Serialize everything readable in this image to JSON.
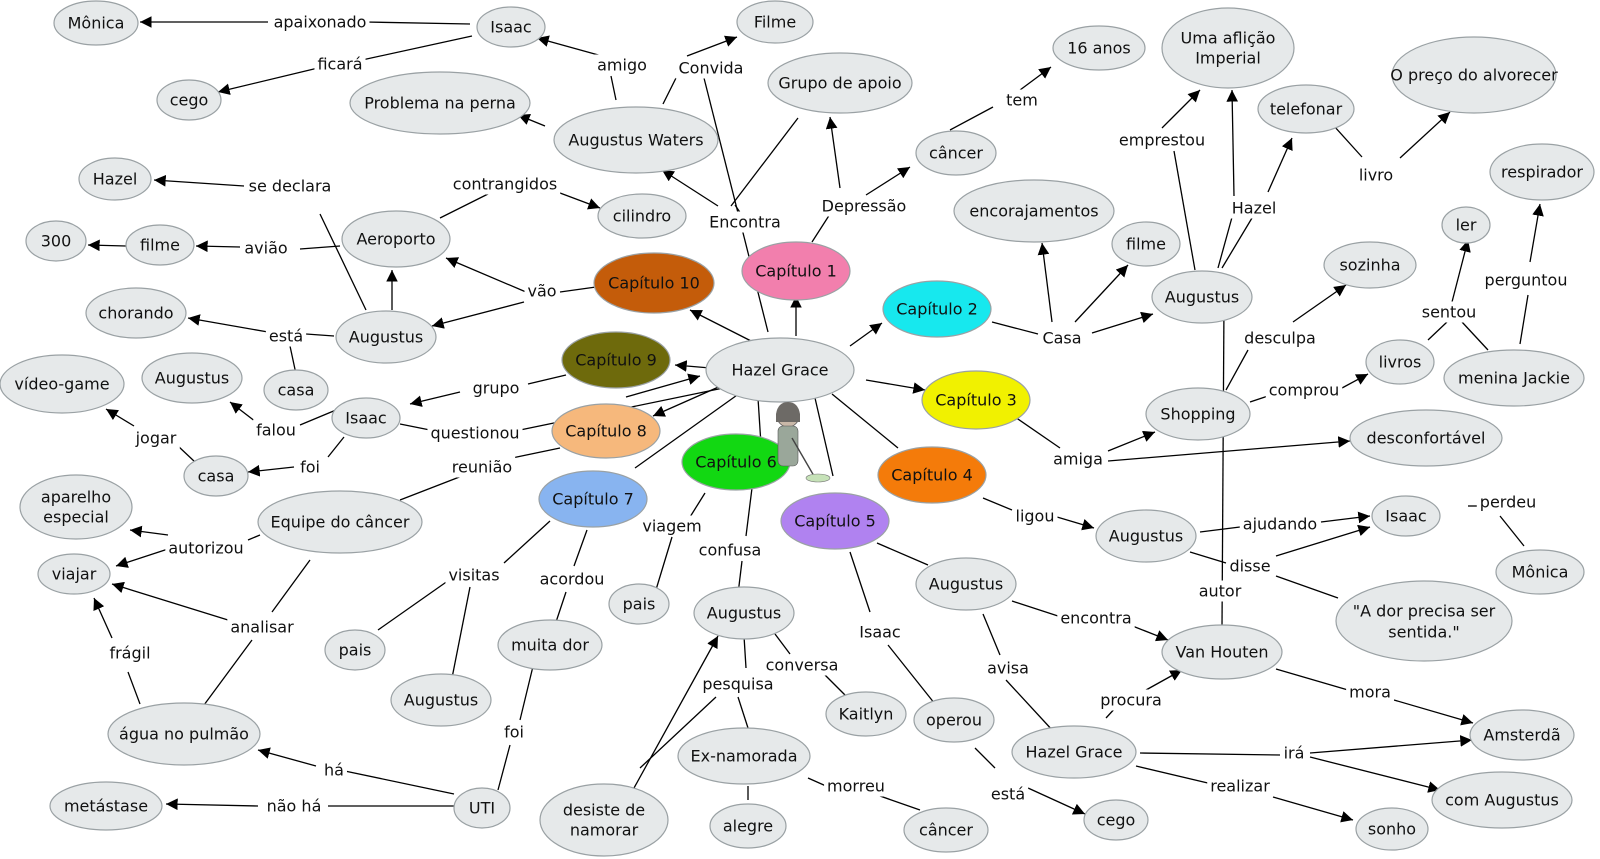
{
  "nodes": {
    "hazel_center": {
      "label": "Hazel Grace"
    },
    "cap1": {
      "label": "Capítulo 1",
      "fill": "#f27fad"
    },
    "cap2": {
      "label": "Capítulo 2",
      "fill": "#17e8ee"
    },
    "cap3": {
      "label": "Capítulo 3",
      "fill": "#f1f100"
    },
    "cap4": {
      "label": "Capítulo 4",
      "fill": "#f47b0a"
    },
    "cap5": {
      "label": "Capítulo 5",
      "fill": "#b082f0"
    },
    "cap6": {
      "label": "Capítulo 6",
      "fill": "#12d812"
    },
    "cap7": {
      "label": "Capítulo 7",
      "fill": "#88b4f0"
    },
    "cap8": {
      "label": "Capítulo 8",
      "fill": "#f6b87c"
    },
    "cap9": {
      "label": "Capítulo 9",
      "fill": "#6e6a0c"
    },
    "cap10": {
      "label": "Capítulo 10",
      "fill": "#c45c0a"
    },
    "monica1": {
      "label": "Mônica"
    },
    "isaac_top": {
      "label": "Isaac"
    },
    "cego_top": {
      "label": "cego"
    },
    "filme_top": {
      "label": "Filme"
    },
    "problema": {
      "label": "Problema na perna"
    },
    "augustus_waters": {
      "label": "Augustus Waters"
    },
    "grupo_apoio": {
      "label": "Grupo de apoio"
    },
    "anos16": {
      "label": "16 anos"
    },
    "cancer_top": {
      "label": "câncer"
    },
    "aflicao": {
      "label": "Uma aflição Imperial"
    },
    "preco": {
      "label": "O preço do alvorecer"
    },
    "telefonar": {
      "label": "telefonar"
    },
    "respirador": {
      "label": "respirador"
    },
    "hazel_left": {
      "label": "Hazel"
    },
    "cilindro": {
      "label": "cilindro"
    },
    "aeroporto": {
      "label": "Aeroporto"
    },
    "n300": {
      "label": "300"
    },
    "filme_left": {
      "label": "filme"
    },
    "encorajamentos": {
      "label": "encorajamentos"
    },
    "filme_mid": {
      "label": "filme"
    },
    "augustus_r": {
      "label": "Augustus"
    },
    "sozinha": {
      "label": "sozinha"
    },
    "ler": {
      "label": "ler"
    },
    "chorando": {
      "label": "chorando"
    },
    "augustus_l": {
      "label": "Augustus"
    },
    "casa_l": {
      "label": "casa"
    },
    "livros": {
      "label": "livros"
    },
    "jackie": {
      "label": "menina Jackie"
    },
    "videogame": {
      "label": "vídeo-game"
    },
    "augustus_ll": {
      "label": "Augustus"
    },
    "isaac_l": {
      "label": "Isaac"
    },
    "shopping": {
      "label": "Shopping"
    },
    "desconfortavel": {
      "label": "desconfortável"
    },
    "casa_ll": {
      "label": "casa"
    },
    "aparelho": {
      "label": "aparelho especial"
    },
    "equipe": {
      "label": "Equipe do câncer"
    },
    "augustus_c4": {
      "label": "Augustus"
    },
    "isaac_r": {
      "label": "Isaac"
    },
    "viajar": {
      "label": "viajar"
    },
    "monica2": {
      "label": "Mônica"
    },
    "augustus_c5": {
      "label": "Augustus"
    },
    "pais_c6": {
      "label": "pais"
    },
    "augustus_c6": {
      "label": "Augustus"
    },
    "dor_sentida": {
      "label": "\"A dor precisa ser sentida.\""
    },
    "pais_c7": {
      "label": "pais"
    },
    "muita_dor": {
      "label": "muita dor"
    },
    "van_houten": {
      "label": "Van Houten"
    },
    "augustus_c7": {
      "label": "Augustus"
    },
    "kaitlyn": {
      "label": "Kaitlyn"
    },
    "operou": {
      "label": "operou"
    },
    "agua": {
      "label": "água no pulmão"
    },
    "ex_namorada": {
      "label": "Ex-namorada"
    },
    "hazel_br": {
      "label": "Hazel Grace"
    },
    "amsterda": {
      "label": "Amsterdã"
    },
    "com_augustus": {
      "label": "com Augustus"
    },
    "metastase": {
      "label": "metástase"
    },
    "uti": {
      "label": "UTI"
    },
    "desiste": {
      "label": "desiste de namorar"
    },
    "alegre": {
      "label": "alegre"
    },
    "cancer_bot": {
      "label": "câncer"
    },
    "cego_bot": {
      "label": "cego"
    },
    "sonho": {
      "label": "sonho"
    }
  },
  "linking_phrases": {
    "apaixonado": "apaixonado",
    "ficara": "ficará",
    "amigo": "amigo",
    "convida": "Convida",
    "tem": "tem",
    "emprestou": "emprestou",
    "livro": "livro",
    "se_declara": "se declara",
    "contrangidos": "contrangidos",
    "encontra": "Encontra",
    "depressao": "Depressão",
    "hazel_link": "Hazel",
    "aviao": "avião",
    "vao": "vão",
    "esta_l": "está",
    "casa_link": "Casa",
    "desculpa": "desculpa",
    "sentou": "sentou",
    "perguntou": "perguntou",
    "comprou": "comprou",
    "grupo": "grupo",
    "falou": "falou",
    "jogar": "jogar",
    "questionou": "questionou",
    "foi_l": "foi",
    "amiga": "amiga",
    "reuniao": "reunião",
    "autorizou": "autorizou",
    "ligou": "ligou",
    "viagem": "viagem",
    "ajudando": "ajudando",
    "perdeu": "perdeu",
    "confusa": "confusa",
    "disse": "disse",
    "visitas": "visitas",
    "acordou": "acordou",
    "autor": "autor",
    "encontra_low": "encontra",
    "analisar": "analisar",
    "fragil": "frágil",
    "isaac_link": "Isaac",
    "conversa": "conversa",
    "avisa": "avisa",
    "pesquisa": "pesquisa",
    "mora": "mora",
    "procura": "procura",
    "foi_b": "foi",
    "ha": "há",
    "ira": "irá",
    "nao_ha": "não há",
    "morreu": "morreu",
    "esta_b": "está",
    "realizar": "realizar"
  }
}
